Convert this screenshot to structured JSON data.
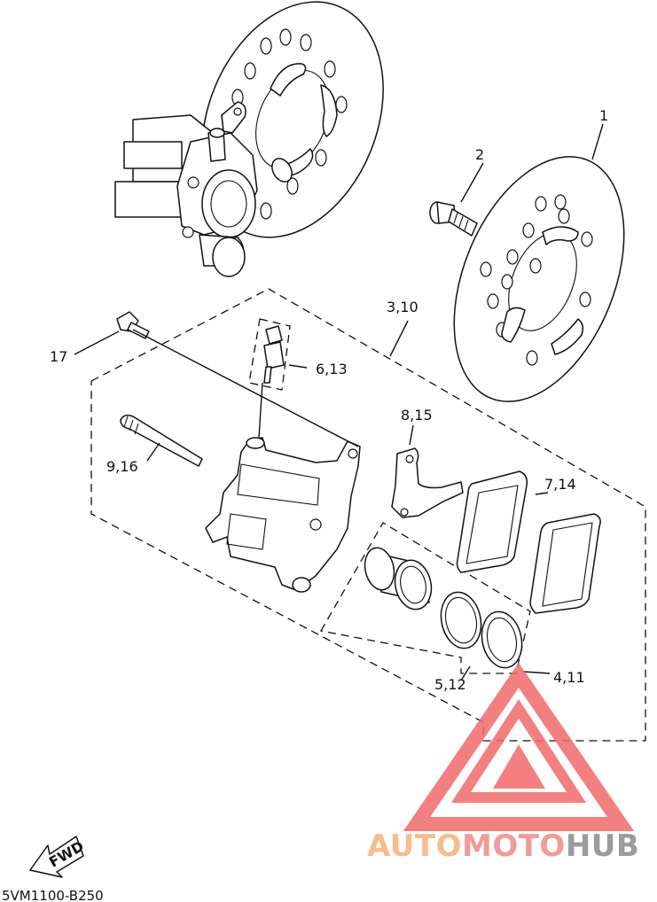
{
  "diagram": {
    "callouts": [
      {
        "id": "c1",
        "text": "1"
      },
      {
        "id": "c2",
        "text": "2"
      },
      {
        "id": "c3",
        "text": "3,10"
      },
      {
        "id": "c4",
        "text": "4,11"
      },
      {
        "id": "c5",
        "text": "5,12"
      },
      {
        "id": "c6",
        "text": "6,13"
      },
      {
        "id": "c7",
        "text": "7,14"
      },
      {
        "id": "c8",
        "text": "8,15"
      },
      {
        "id": "c9",
        "text": "9,16"
      },
      {
        "id": "c17",
        "text": "17"
      }
    ],
    "fwd_label": "FWD",
    "drawing_code": "5VM1100-B250"
  },
  "watermark": {
    "parts": [
      "AUTO",
      "MOTO",
      "HUB"
    ],
    "colors": {
      "auto": "#f5b27a",
      "moto": "#f08a8a",
      "hub": "#8a8a8a",
      "triangle": "#f26b6b"
    }
  }
}
